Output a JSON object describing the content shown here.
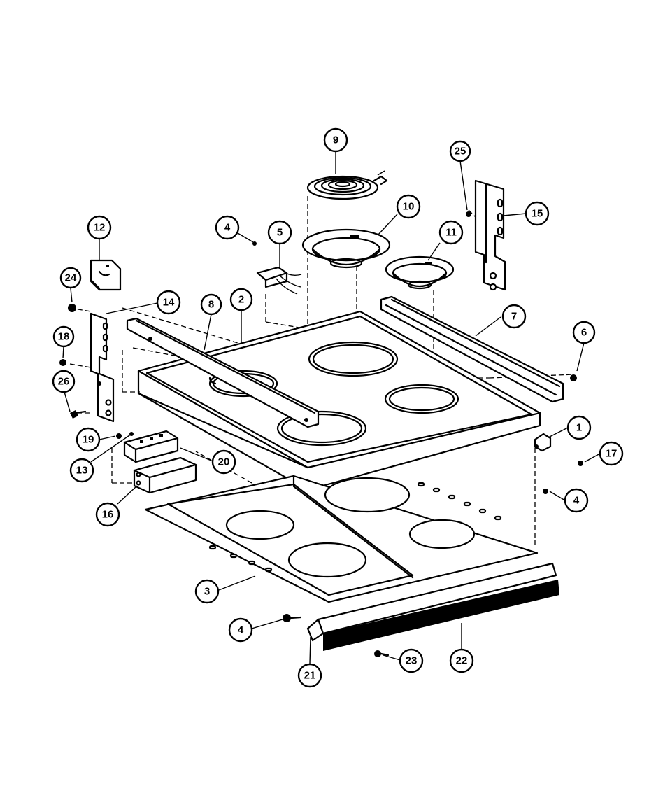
{
  "diagram": {
    "callouts": [
      {
        "id": "c9",
        "label": "9"
      },
      {
        "id": "c25",
        "label": "25"
      },
      {
        "id": "c15",
        "label": "15"
      },
      {
        "id": "c10",
        "label": "10"
      },
      {
        "id": "c4a",
        "label": "4"
      },
      {
        "id": "c5",
        "label": "5"
      },
      {
        "id": "c11",
        "label": "11"
      },
      {
        "id": "c12",
        "label": "12"
      },
      {
        "id": "c24",
        "label": "24"
      },
      {
        "id": "c14",
        "label": "14"
      },
      {
        "id": "c8",
        "label": "8"
      },
      {
        "id": "c2",
        "label": "2"
      },
      {
        "id": "c7",
        "label": "7"
      },
      {
        "id": "c6",
        "label": "6"
      },
      {
        "id": "c18",
        "label": "18"
      },
      {
        "id": "c26",
        "label": "26"
      },
      {
        "id": "c19",
        "label": "19"
      },
      {
        "id": "c13",
        "label": "13"
      },
      {
        "id": "c20",
        "label": "20"
      },
      {
        "id": "c16",
        "label": "16"
      },
      {
        "id": "c1",
        "label": "1"
      },
      {
        "id": "c17",
        "label": "17"
      },
      {
        "id": "c4b",
        "label": "4"
      },
      {
        "id": "c3",
        "label": "3"
      },
      {
        "id": "c4c",
        "label": "4"
      },
      {
        "id": "c21",
        "label": "21"
      },
      {
        "id": "c23",
        "label": "23"
      },
      {
        "id": "c22",
        "label": "22"
      }
    ]
  }
}
